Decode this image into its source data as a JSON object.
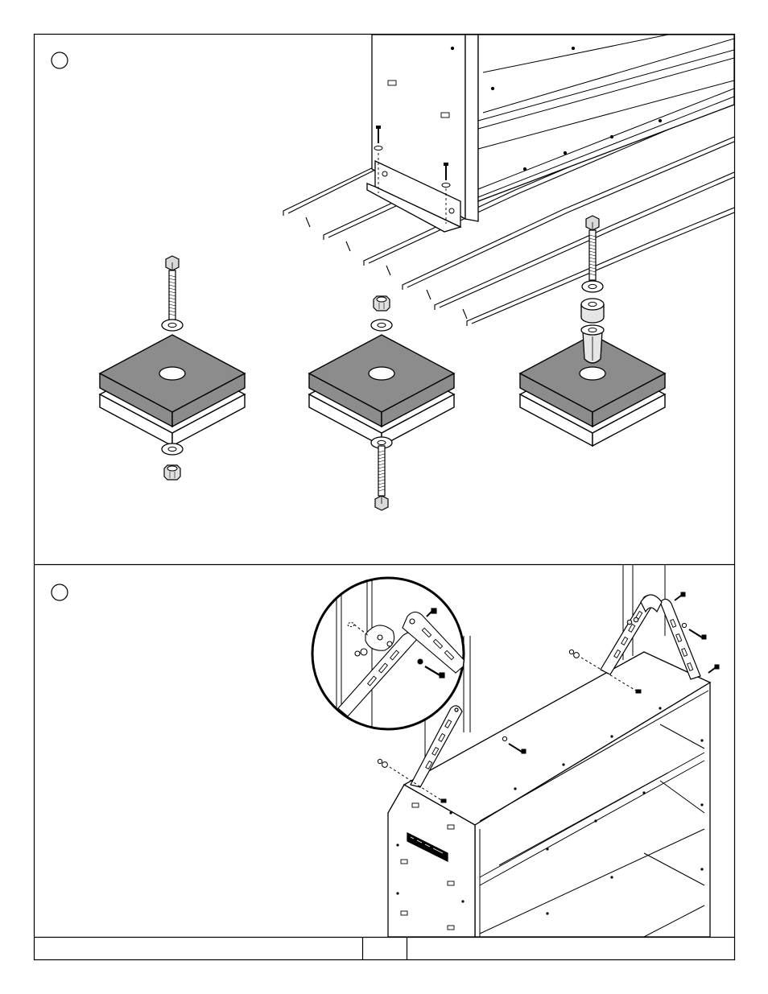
{
  "document": {
    "kind": "assembly-instruction-sheet",
    "panels": [
      {
        "step_marker": "",
        "illustrations": [
          "shelf-unit-bolted-to-floor-rails",
          "mounting-block-bolt-down-with-nut-below",
          "mounting-block-bolt-up-with-nut-above",
          "mounting-block-with-expansion-anchor"
        ]
      },
      {
        "step_marker": "",
        "illustrations": [
          "shelf-unit-with-top-support-brackets",
          "bracket-hardware-detail-circle"
        ]
      }
    ],
    "title_block": {
      "cell_1": "",
      "cell_2": "",
      "cell_3": ""
    }
  },
  "colors": {
    "line": "#000000",
    "pad_top": "#8c8c8c",
    "pad_side": "#ffffff",
    "hardware_fill": "#d9d9d9",
    "background": "#ffffff"
  }
}
